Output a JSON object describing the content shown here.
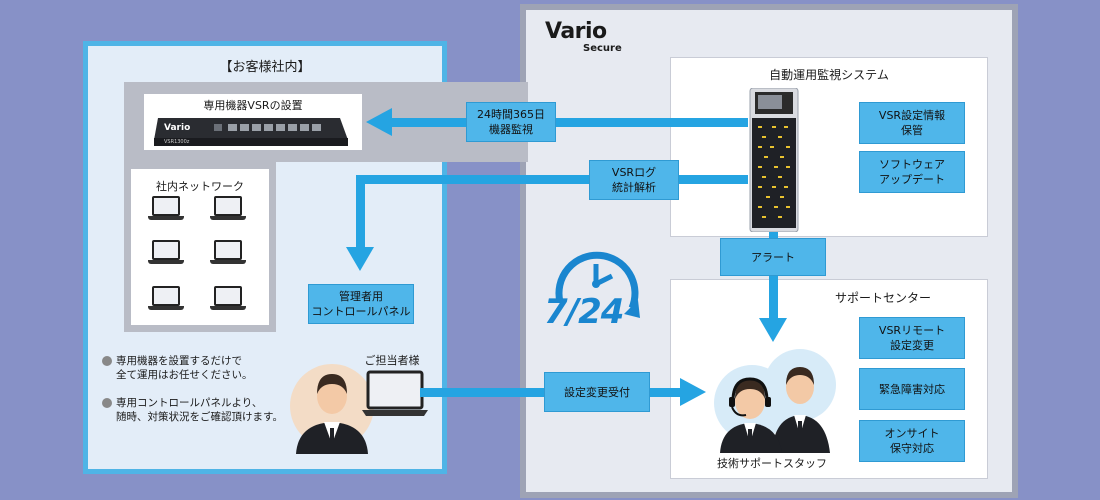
{
  "logo": {
    "main": "Vario",
    "sub": "Secure"
  },
  "customer": {
    "title": "【お客様社内】",
    "device_label": "専用機器VSRの設置",
    "device_brand": "Vario",
    "device_model": "VSR1300z",
    "network_label": "社内ネットワーク",
    "admin_panel": [
      "管理者用",
      "コントロールパネル"
    ],
    "contact_label": "ご担当者様",
    "notes": [
      [
        "専用機器を設置するだけで",
        "全て運用はお任せください。"
      ],
      [
        "専用コントロールパネルより、",
        "随時、対策状況をご確認頂けます。"
      ]
    ]
  },
  "monitoring": {
    "title": "自動運用監視システム",
    "boxes": [
      [
        "VSR設定情報",
        "保管"
      ],
      [
        "ソフトウェア",
        "アップデート"
      ]
    ]
  },
  "support": {
    "title": "サポートセンター",
    "boxes": [
      [
        "VSRリモート",
        "設定変更"
      ],
      [
        "緊急障害対応"
      ],
      [
        "オンサイト",
        "保守対応"
      ]
    ],
    "staff_label": "技術サポートスタッフ"
  },
  "flows": {
    "monitor": [
      "24時間365日",
      "機器監視"
    ],
    "log": [
      "VSRログ",
      "統計解析"
    ],
    "alert": "アラート",
    "request": "設定変更受付"
  },
  "clock_text": "7/24",
  "colors": {
    "flow": "#25a4e2",
    "box": "#4fb6ea",
    "clock": "#1a86cf",
    "customer_border": "#4fb4e6"
  }
}
